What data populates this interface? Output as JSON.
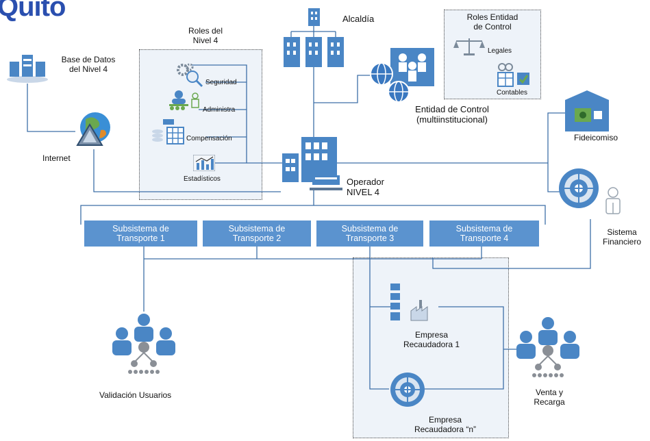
{
  "brand": "Quito",
  "nodes": {
    "alcaldia": "Alcaldía",
    "roles_entidad_title": [
      "Roles Entidad",
      "de Control"
    ],
    "roles_entidad_items": {
      "legales": "Legales",
      "contables": "Contables"
    },
    "roles_nivel4_title": [
      "Roles del",
      "Nivel 4"
    ],
    "roles_nivel4_items": {
      "seguridad": "Seguridad",
      "administra": "Administra",
      "compensacion": "Compensación",
      "estadisticos": "Estadísticos"
    },
    "base_datos": [
      "Base de Datos",
      "del Nivel 4"
    ],
    "internet": "Internet",
    "entidad_control": [
      "Entidad de Control",
      "(multiinstitucional)"
    ],
    "fideicomiso": "Fideicomiso",
    "operador": [
      "Operador",
      "NIVEL 4"
    ],
    "sistema_financiero": [
      "Sistema",
      "Financiero"
    ],
    "subsistemas": [
      [
        "Subsistema de",
        "Transporte 1"
      ],
      [
        "Subsistema de",
        "Transporte 2"
      ],
      [
        "Subsistema de",
        "Transporte 3"
      ],
      [
        "Subsistema de",
        "Transporte 4"
      ]
    ],
    "empresa1": [
      "Empresa",
      "Recaudadora 1"
    ],
    "empresa_n": [
      "Empresa",
      "Recaudadora “n”"
    ],
    "validacion": "Validación Usuarios",
    "venta": [
      "Venta y",
      "Recarga"
    ]
  },
  "colors": {
    "accent": "#5b93cf",
    "dark_blue": "#2a4faf",
    "box_fill": "#eef3f9",
    "icon_blue": "#4a86c5"
  }
}
